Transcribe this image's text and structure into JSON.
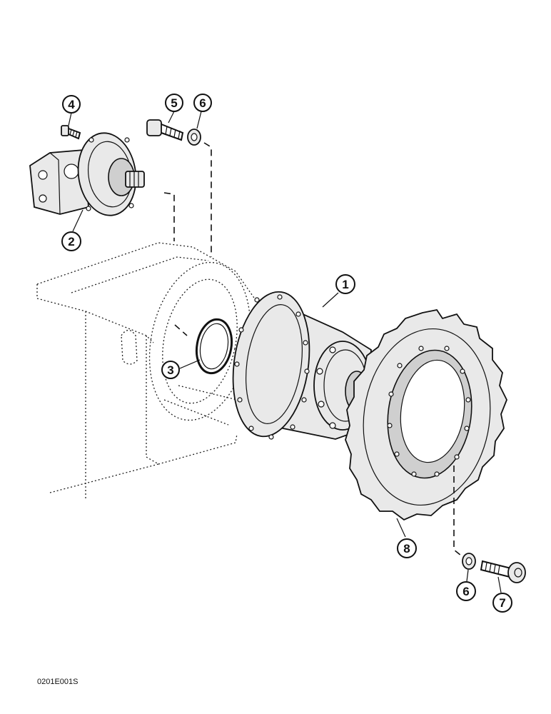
{
  "callouts": [
    {
      "id": "1",
      "label": "1"
    },
    {
      "id": "2",
      "label": "2"
    },
    {
      "id": "3",
      "label": "3"
    },
    {
      "id": "4",
      "label": "4"
    },
    {
      "id": "5",
      "label": "5"
    },
    {
      "id": "6a",
      "label": "6"
    },
    {
      "id": "6b",
      "label": "6"
    },
    {
      "id": "7",
      "label": "7"
    },
    {
      "id": "8",
      "label": "8"
    }
  ],
  "drawing_code": "0201E001S"
}
